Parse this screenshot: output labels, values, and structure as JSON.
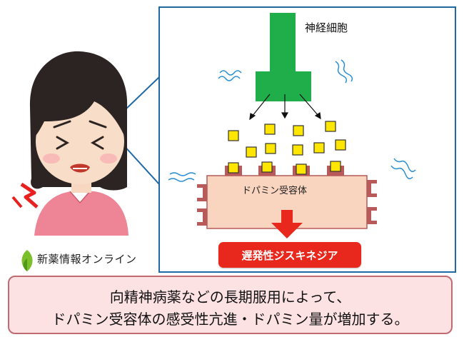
{
  "labels": {
    "neuron": "神経細胞",
    "receptor": "ドパミン受容体",
    "disorder": "遅発性ジスキネジア"
  },
  "logo": {
    "text": "新薬情報オンライン"
  },
  "caption": {
    "line1": "向精神病薬などの長期服用によって、",
    "line2": "ドパミン受容体の感受性亢進・ドパミン量が増加する。"
  },
  "colors": {
    "panel_border": "#1f6aa5",
    "neuron": "#1fae4a",
    "dopamine": "#ffe600",
    "receptor_body": "#f9d4bf",
    "receptor_site": "#b85a5a",
    "badge": "#e8281c",
    "arrow": "#e8281c",
    "caption_bg": "#fde2e4",
    "wave": "#2a8fd0"
  }
}
